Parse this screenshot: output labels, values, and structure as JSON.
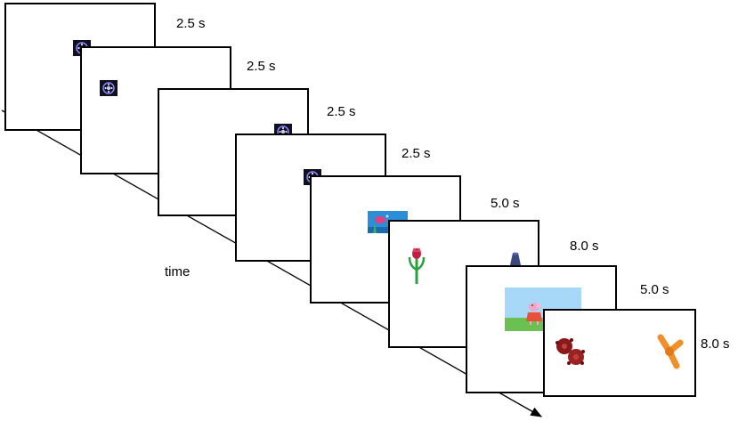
{
  "axis": {
    "label": "time"
  },
  "frames": [
    {
      "duration": "2.5 s",
      "stimulus": "fixation-target"
    },
    {
      "duration": "2.5 s",
      "stimulus": "fixation-target"
    },
    {
      "duration": "2.5 s",
      "stimulus": "fixation-target"
    },
    {
      "duration": "2.5 s",
      "stimulus": "fixation-target"
    },
    {
      "duration": "5.0 s",
      "stimulus": "underwater-scene"
    },
    {
      "duration": "8.0 s",
      "stimulus": "flower-and-object-pair"
    },
    {
      "duration": "5.0 s",
      "stimulus": "cartoon-pig-scene"
    },
    {
      "duration": "8.0 s",
      "stimulus": "red-and-orange-object-pair"
    }
  ],
  "colors": {
    "border": "#000000",
    "fixation_bg": "#101020",
    "fixation_ring": "#8888ff"
  }
}
